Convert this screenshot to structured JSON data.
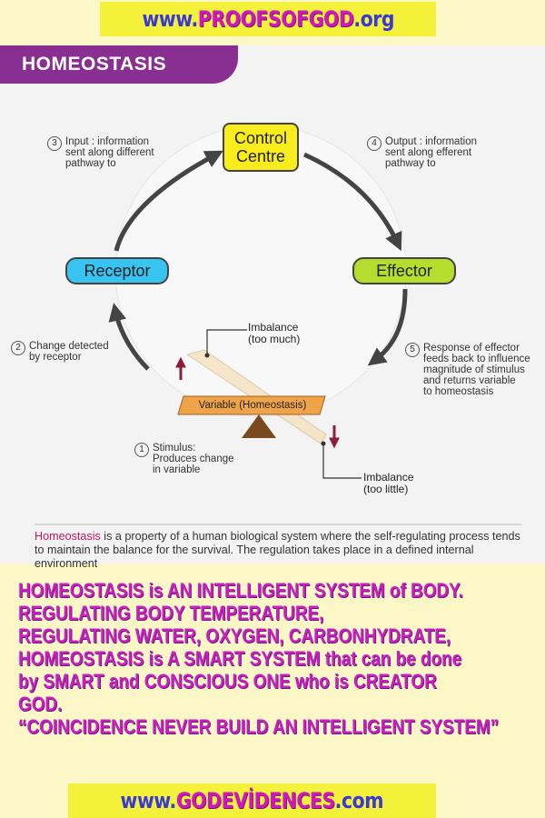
{
  "header": {
    "url_prefix": "www.",
    "url_brand": "PROOFSOFGOD",
    "url_suffix": ".org"
  },
  "diagram": {
    "title": "HOMEOSTASIS",
    "nodes": {
      "control": "Control\nCentre",
      "receptor": "Receptor",
      "effector": "Effector"
    },
    "steps": [
      {
        "num": "3",
        "text": "Input : information\nsent along different\npathway to"
      },
      {
        "num": "4",
        "text": "Output : information\nsent along efferent\npathway to"
      },
      {
        "num": "2",
        "text": "Change detected\nby receptor"
      },
      {
        "num": "5",
        "text": "Response of effector\nfeeds back to influence\nmagnitude of stimulus\nand returns variable\nto homeostasis"
      },
      {
        "num": "1",
        "text": "Stimulus:\nProduces change\nin variable"
      }
    ],
    "imbalance_much": "Imbalance\n(too much)",
    "imbalance_little": "Imbalance\n(too little)",
    "variable": "Variable (Homeostasis)",
    "description_highlight": "Homeostasis",
    "description_rest": " is a property of a human biological system where the self-regulating process tends to maintain the balance for the survival. The regulation takes place in a defined internal environment"
  },
  "message": [
    "HOMEOSTASIS  is  AN INTELLIGENT SYSTEM  of BODY.",
    "REGULATING  BODY TEMPERATURE,",
    "REGULATING  WATER, OXYGEN, CARBONHYDRATE,",
    "HOMEOSTASIS is A SMART SYSTEM that can be done",
    "by  SMART and CONSCIOUS  ONE who is CREATOR",
    "GOD.",
    "“COINCIDENCE NEVER BUILD  AN INTELLIGENT SYSTEM”"
  ],
  "footer": {
    "url_prefix": "www.",
    "url_brand": "GODEVİDENCES",
    "url_suffix": ".com"
  },
  "colors": {
    "banner": "#f4f13a",
    "title_tab": "#8a2f92",
    "control": "#f9ec1c",
    "receptor": "#37c4f0",
    "effector": "#b4dd2e",
    "message": "#c81fc0"
  }
}
